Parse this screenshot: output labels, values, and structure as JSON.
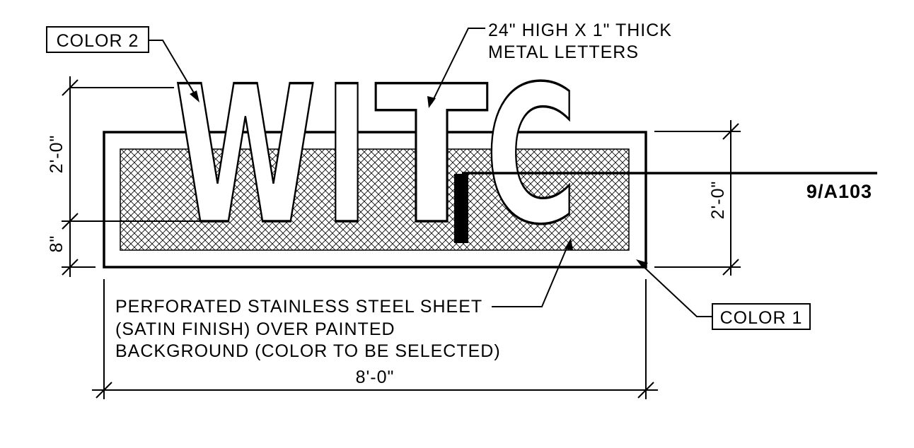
{
  "sign": {
    "letters": [
      "W",
      "I",
      "T",
      "C"
    ]
  },
  "callouts": {
    "color_2": "COLOR 2",
    "color_1": "COLOR 1",
    "letters_note_line1": "24\" HIGH X 1\" THICK",
    "letters_note_line2": "METAL LETTERS",
    "perforated_line1": "PERFORATED STAINLESS STEEL SHEET",
    "perforated_line2": "(SATIN FINISH) OVER PAINTED",
    "perforated_line3": "BACKGROUND (COLOR TO BE SELECTED)",
    "section_reference": "9/A103"
  },
  "dimensions": {
    "letter_height": "2'-0\"",
    "base_offset": "8\"",
    "panel_height": "2'-0\"",
    "overall_width": "8'-0\""
  }
}
